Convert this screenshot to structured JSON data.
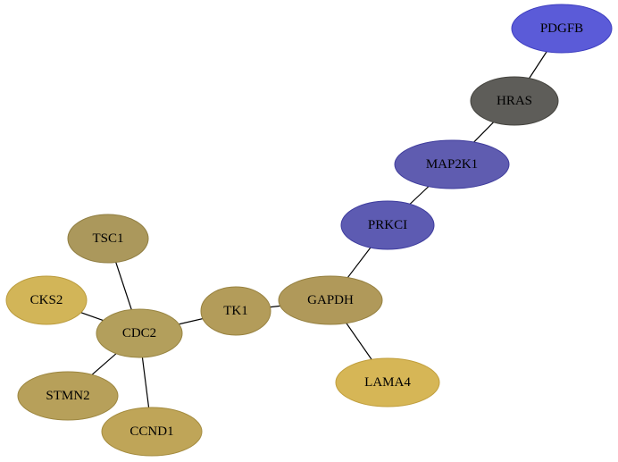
{
  "nodes": [
    {
      "id": "PDGFB",
      "label": "PDGFB",
      "fill": "#5b5bd8",
      "stroke": "#3e3ec0"
    },
    {
      "id": "HRAS",
      "label": "HRAS",
      "fill": "#5e5d59",
      "stroke": "#45443f"
    },
    {
      "id": "MAP2K1",
      "label": "MAP2K1",
      "fill": "#5f5cb0",
      "stroke": "#3f3c9c"
    },
    {
      "id": "PRKCI",
      "label": "PRKCI",
      "fill": "#5d5bb2",
      "stroke": "#3e3c9e"
    },
    {
      "id": "GAPDH",
      "label": "GAPDH",
      "fill": "#b0995a",
      "stroke": "#958040"
    },
    {
      "id": "LAMA4",
      "label": "LAMA4",
      "fill": "#d6b656",
      "stroke": "#c09e3c"
    },
    {
      "id": "TK1",
      "label": "TK1",
      "fill": "#b39c5a",
      "stroke": "#988240"
    },
    {
      "id": "CDC2",
      "label": "CDC2",
      "fill": "#b39f5c",
      "stroke": "#988542"
    },
    {
      "id": "TSC1",
      "label": "TSC1",
      "fill": "#ab985c",
      "stroke": "#907e42"
    },
    {
      "id": "CKS2",
      "label": "CKS2",
      "fill": "#d2b558",
      "stroke": "#bb9c3e"
    },
    {
      "id": "STMN2",
      "label": "STMN2",
      "fill": "#b7a05a",
      "stroke": "#9c8640"
    },
    {
      "id": "CCND1",
      "label": "CCND1",
      "fill": "#bfa558",
      "stroke": "#a48b3e"
    }
  ],
  "edges": [
    {
      "source": "PDGFB",
      "target": "HRAS"
    },
    {
      "source": "HRAS",
      "target": "MAP2K1"
    },
    {
      "source": "MAP2K1",
      "target": "PRKCI"
    },
    {
      "source": "PRKCI",
      "target": "GAPDH"
    },
    {
      "source": "GAPDH",
      "target": "LAMA4"
    },
    {
      "source": "GAPDH",
      "target": "TK1"
    },
    {
      "source": "TK1",
      "target": "CDC2"
    },
    {
      "source": "TSC1",
      "target": "CDC2"
    },
    {
      "source": "CKS2",
      "target": "CDC2"
    },
    {
      "source": "STMN2",
      "target": "CDC2"
    },
    {
      "source": "CCND1",
      "target": "CDC2"
    }
  ]
}
